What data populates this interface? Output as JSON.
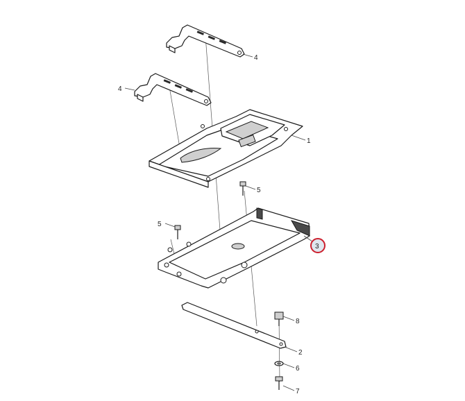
{
  "callouts": [
    {
      "id": "c4a",
      "label": "4"
    },
    {
      "id": "c4b",
      "label": "4"
    },
    {
      "id": "c1",
      "label": "1"
    },
    {
      "id": "c5a",
      "label": "5"
    },
    {
      "id": "c5b",
      "label": "5"
    },
    {
      "id": "c3",
      "label": "3"
    },
    {
      "id": "c8",
      "label": "8"
    },
    {
      "id": "c2",
      "label": "2"
    },
    {
      "id": "c6",
      "label": "6"
    },
    {
      "id": "c7",
      "label": "7"
    }
  ],
  "highlighted_callout": "3",
  "colors": {
    "highlight": "#cc1f2d",
    "line": "#1a1a1a"
  }
}
